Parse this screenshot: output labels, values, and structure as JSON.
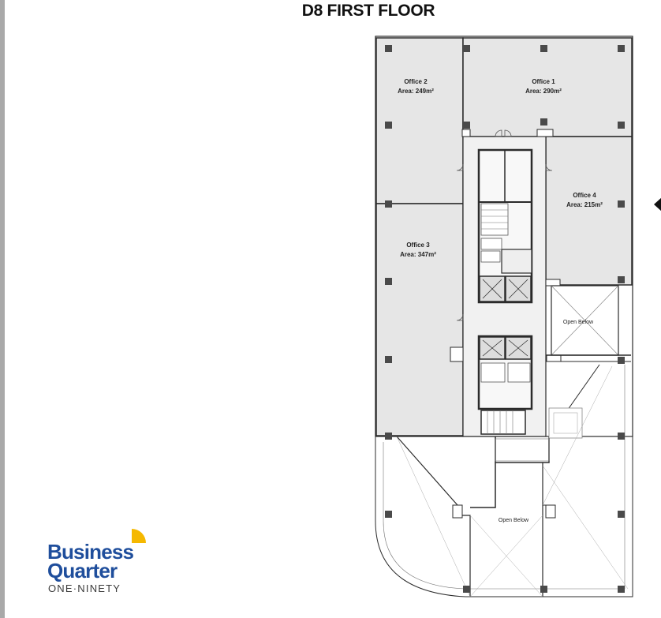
{
  "page": {
    "title": "D8 FIRST FLOOR"
  },
  "colors": {
    "office_fill": "#e6e6e6",
    "core_fill": "#f4f4f4",
    "wall": "#2b2b2b",
    "column": "#4a4a4a",
    "thin_line": "#555555",
    "brand_blue": "#1f4e9c",
    "brand_text": "#3b3b3b",
    "brand_yellow": "#f5b800",
    "edge_bar": "#a9a9a9"
  },
  "offices": [
    {
      "name": "Office 1",
      "area": "Area: 290m²"
    },
    {
      "name": "Office 2",
      "area": "Area: 249m²"
    },
    {
      "name": "Office 3",
      "area": "Area: 347m²"
    },
    {
      "name": "Office 4",
      "area": "Area: 215m²"
    }
  ],
  "open_below": [
    {
      "label": "Open Below"
    },
    {
      "label": "Open Below"
    }
  ],
  "logo": {
    "line1": "Business",
    "line2": "Quarter",
    "line3": "ONE·NINETY"
  }
}
